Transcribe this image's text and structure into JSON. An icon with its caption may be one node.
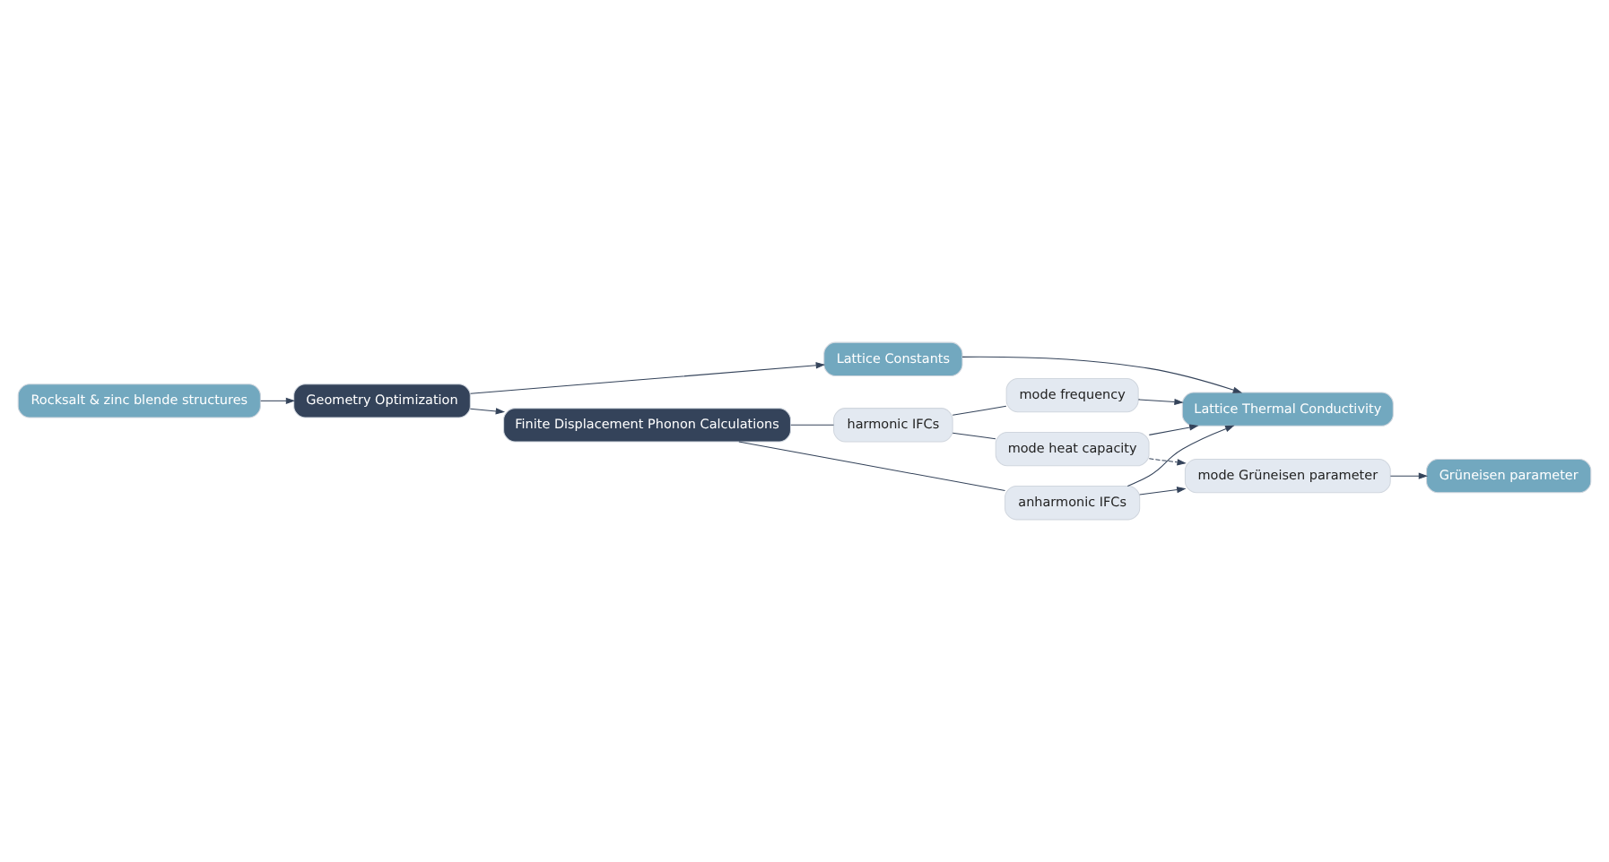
{
  "diagram": {
    "nodes": [
      {
        "text": [
          "Rocksalt & zinc blende structures"
        ]
      },
      {
        "text": [
          "Geometry Optimization"
        ]
      },
      {
        "text": [
          "Lattice Constants"
        ]
      },
      {
        "text": [
          "Finite Displacement Phonon Calculations"
        ]
      },
      {
        "text": [
          "harmonic IFCs"
        ]
      },
      {
        "text": [
          "mode frequency"
        ]
      },
      {
        "text": [
          "mode heat capacity"
        ]
      },
      {
        "text": [
          "anharmonic IFCs"
        ]
      },
      {
        "text": [
          "Lattice Thermal Conductivity"
        ]
      },
      {
        "text": [
          "mode Grüneisen parameter"
        ]
      },
      {
        "text": [
          "Grüneisen parameter"
        ]
      }
    ],
    "edges": [
      {
        "from": 0,
        "to": 1,
        "arrow": "to"
      },
      {
        "from": 1,
        "to": 2,
        "arrow": "to"
      },
      {
        "from": 1,
        "to": 3,
        "arrow": "to"
      },
      {
        "from": 3,
        "to": 4,
        "arrow": "none"
      },
      {
        "from": 3,
        "to": 7,
        "arrow": "none"
      },
      {
        "from": 4,
        "to": 5,
        "arrow": "none"
      },
      {
        "from": 4,
        "to": 6,
        "arrow": "none"
      },
      {
        "from": 2,
        "to": 8,
        "arrow": "to"
      },
      {
        "from": 5,
        "to": 8,
        "arrow": "to"
      },
      {
        "from": 6,
        "to": 8,
        "arrow": "to"
      },
      {
        "from": 7,
        "to": 8,
        "arrow": "to"
      },
      {
        "from": 7,
        "to": 9,
        "arrow": "to"
      },
      {
        "from": 6,
        "to": 9,
        "arrow": "to",
        "style": "dashed"
      },
      {
        "from": 9,
        "to": 10,
        "arrow": "to"
      }
    ]
  }
}
